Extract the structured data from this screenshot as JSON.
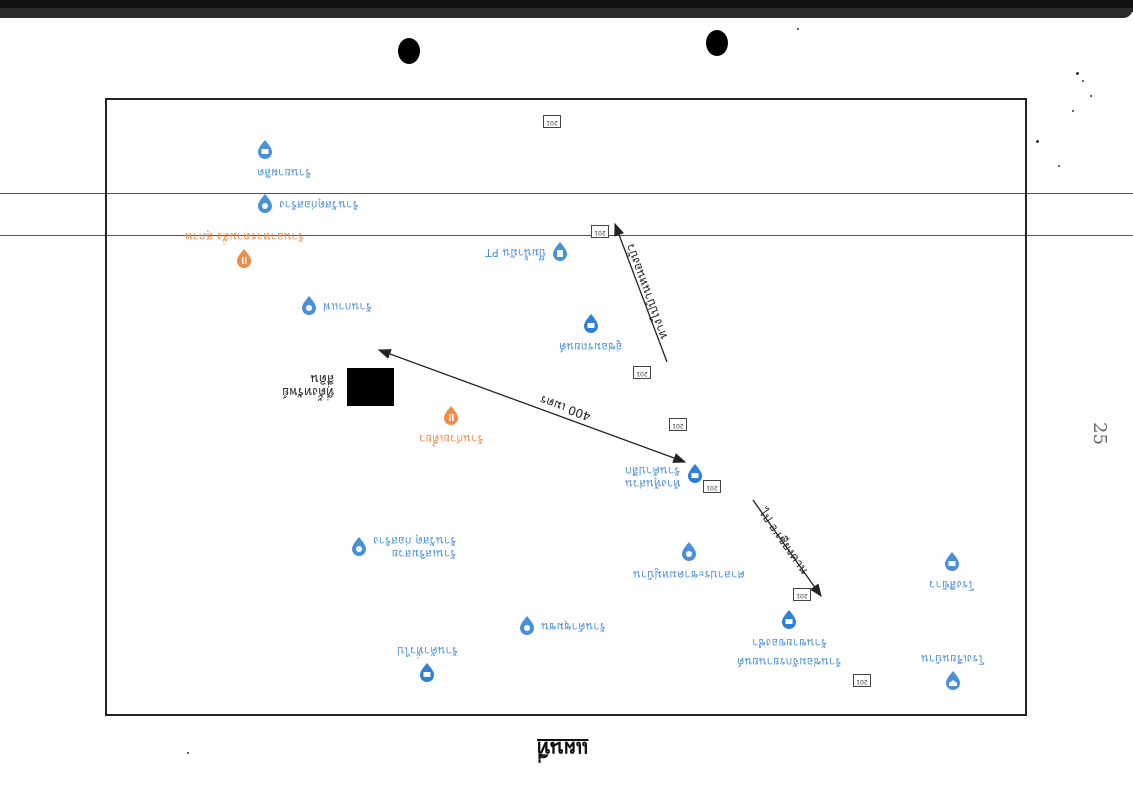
{
  "page": {
    "caption": "แผนที่"
  },
  "site": {
    "label_line1": "ที่ตั้งทรัพย์",
    "label_line2": "สี่ดิน"
  },
  "distance": {
    "label": "400 เมตร"
  },
  "directions": {
    "north_label": "ทางไปบ้านหนองบัว",
    "south_label": "ไป อ.เชียงคาน"
  },
  "road_sign": {
    "text": "201"
  },
  "places": [
    {
      "label": "ร้านยาผลิต",
      "color": "blue",
      "icon": "shop-pin-icon"
    },
    {
      "label": "ร้านวัสดุก่อสร้าง",
      "color": "blue",
      "icon": "pin-icon"
    },
    {
      "label": "ร้านอาหารตามสั่ง สุภาพ",
      "color": "orange",
      "icon": "food-pin-icon"
    },
    {
      "label": "ปั๊มน้ำมัน PT",
      "color": "blue",
      "icon": "fuel-pin-icon"
    },
    {
      "label": "ร้านกาแฟ",
      "color": "blue",
      "icon": "pin-icon"
    },
    {
      "label": "อู่ซ่อมรถยนต์",
      "color": "blue",
      "icon": "shop-pin-icon"
    },
    {
      "label": "ร้านก๋วยเตี๋ยว",
      "color": "orange",
      "icon": "food-pin-icon"
    },
    {
      "label": "ร้านค้าปลีก",
      "color": "blue",
      "icon": "shop-pin-icon"
    },
    {
      "label": "ห้างหุ้นส่วน",
      "color": "blue",
      "icon": "shop-pin-icon"
    },
    {
      "label": "ร้านวัสดุ ก่อสร้าง",
      "color": "blue",
      "icon": "pin-icon"
    },
    {
      "label": "ร้านเสริมสวย",
      "color": "blue",
      "icon": "pin-icon"
    },
    {
      "label": "ศาลาประชาคมหมู่บ้าน",
      "color": "blue",
      "icon": "pin-icon"
    },
    {
      "label": "ร้านค้าชุมชน",
      "color": "blue",
      "icon": "pin-icon"
    },
    {
      "label": "ร้านขายของชำ",
      "color": "blue",
      "icon": "shop-pin-icon"
    },
    {
      "label": "ร้านซ่อมจักรยานยนต์",
      "color": "blue",
      "icon": "shop-pin-icon"
    },
    {
      "label": "ร้านค้าทั่วไป",
      "color": "blue",
      "icon": "shop-pin-icon"
    },
    {
      "label": "โรงเรียนบ้าน",
      "color": "blue",
      "icon": "school-pin-icon"
    },
    {
      "label": "โรงสีข้าว",
      "color": "blue",
      "icon": "shop-pin-icon"
    }
  ],
  "colors": {
    "blue": "#4a90d9",
    "orange": "#f08c4a",
    "frame": "#222222"
  },
  "margin_note": "25"
}
